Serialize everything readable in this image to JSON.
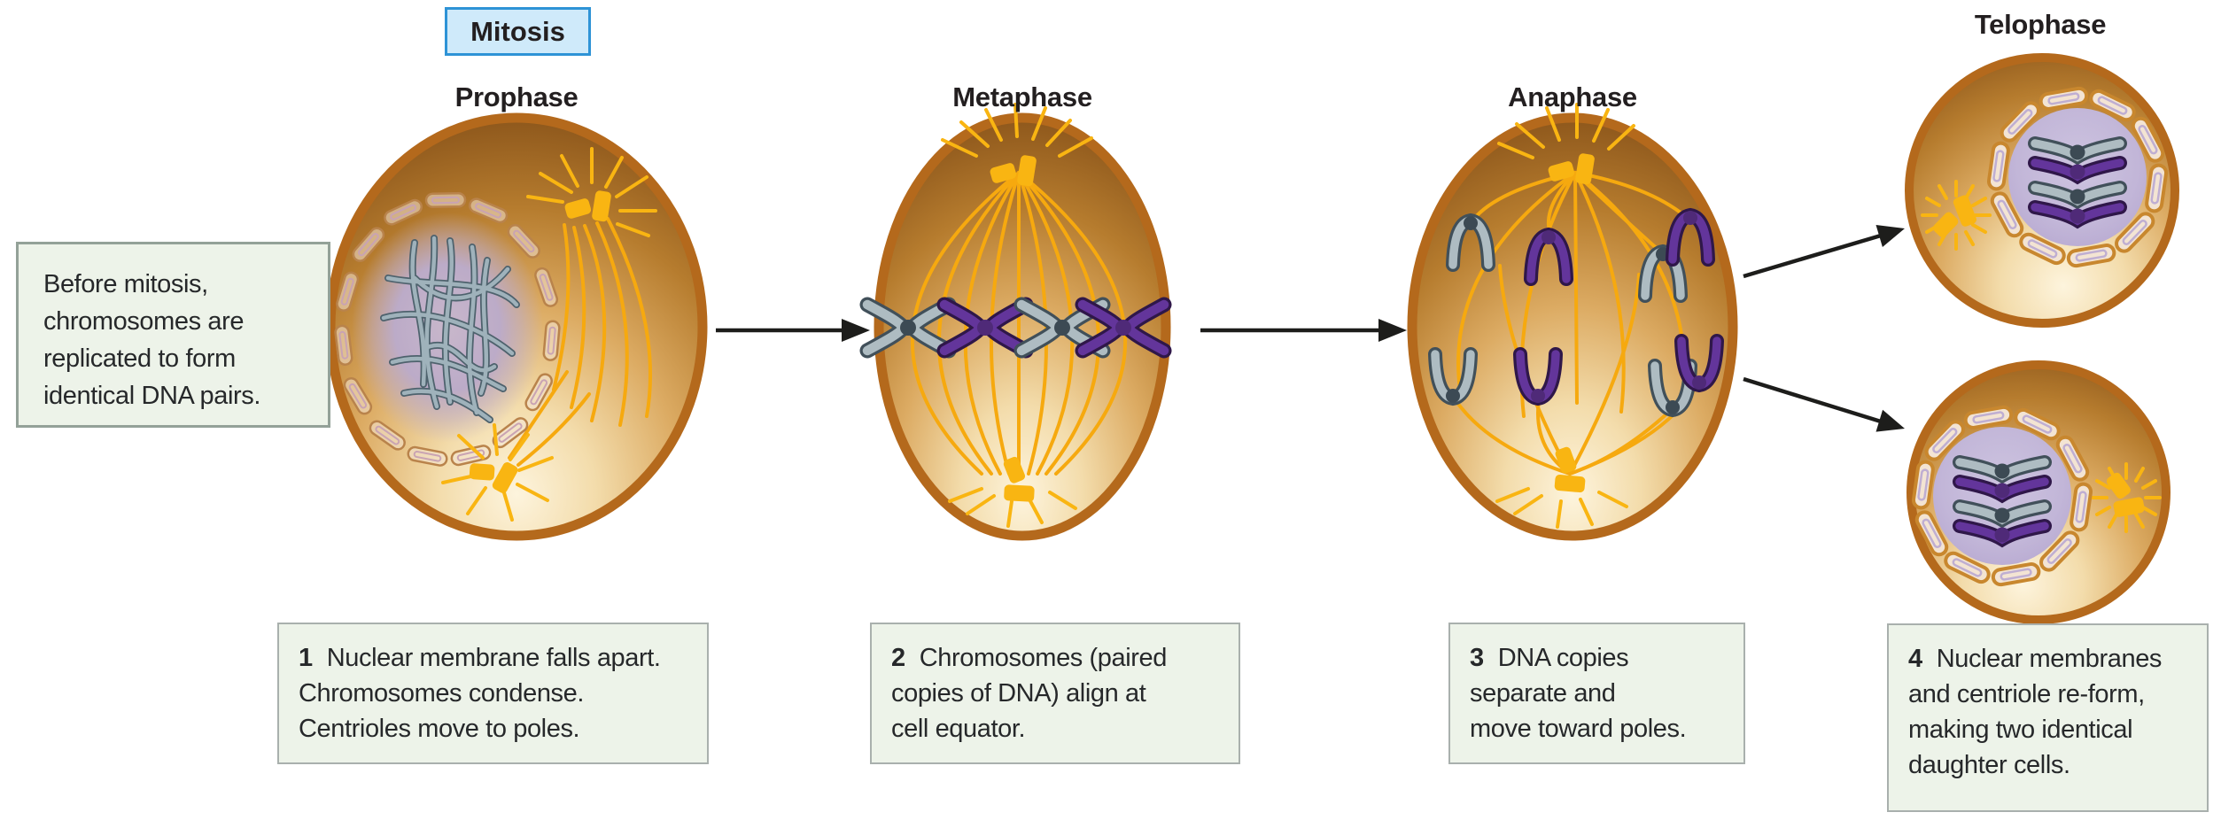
{
  "header": {
    "badge": "Mitosis"
  },
  "phases": [
    {
      "label": "Prophase"
    },
    {
      "label": "Metaphase"
    },
    {
      "label": "Anaphase"
    },
    {
      "label": "Telophase"
    }
  ],
  "note": {
    "lines": [
      "Before mitosis,",
      "chromosomes are",
      "replicated to form",
      "identical DNA pairs."
    ]
  },
  "captions": [
    {
      "num": "1",
      "lines": [
        "Nuclear membrane falls apart.",
        "Chromosomes condense.",
        "Centrioles move to poles."
      ]
    },
    {
      "num": "2",
      "lines": [
        "Chromosomes (paired",
        "copies of DNA) align at",
        "cell equator."
      ]
    },
    {
      "num": "3",
      "lines": [
        "DNA copies",
        "separate and",
        "move toward poles."
      ]
    },
    {
      "num": "4",
      "lines": [
        "Nuclear membranes",
        "and centriole re-form,",
        "making two identical",
        "daughter cells."
      ]
    }
  ],
  "colors": {
    "badge_bg": "#cfeafa",
    "badge_border": "#2e93d6",
    "caption_bg": "#edf3e9",
    "caption_border": "#a9b0ad",
    "note_border": "#93a198",
    "cell_membrane": "#b4691c",
    "cytoplasm_dark": "#6b3d10",
    "cytoplasm_light": "#fdf4dd",
    "spindle_fiber": "#f6a90f",
    "centriole": "#f9b512",
    "nucleus_lavender": "#c3b8d8",
    "chromosome_gray": "#aebcc2",
    "chromosome_purple": "#63359b",
    "arrow": "#1d1d1b",
    "text": "#26282a"
  }
}
